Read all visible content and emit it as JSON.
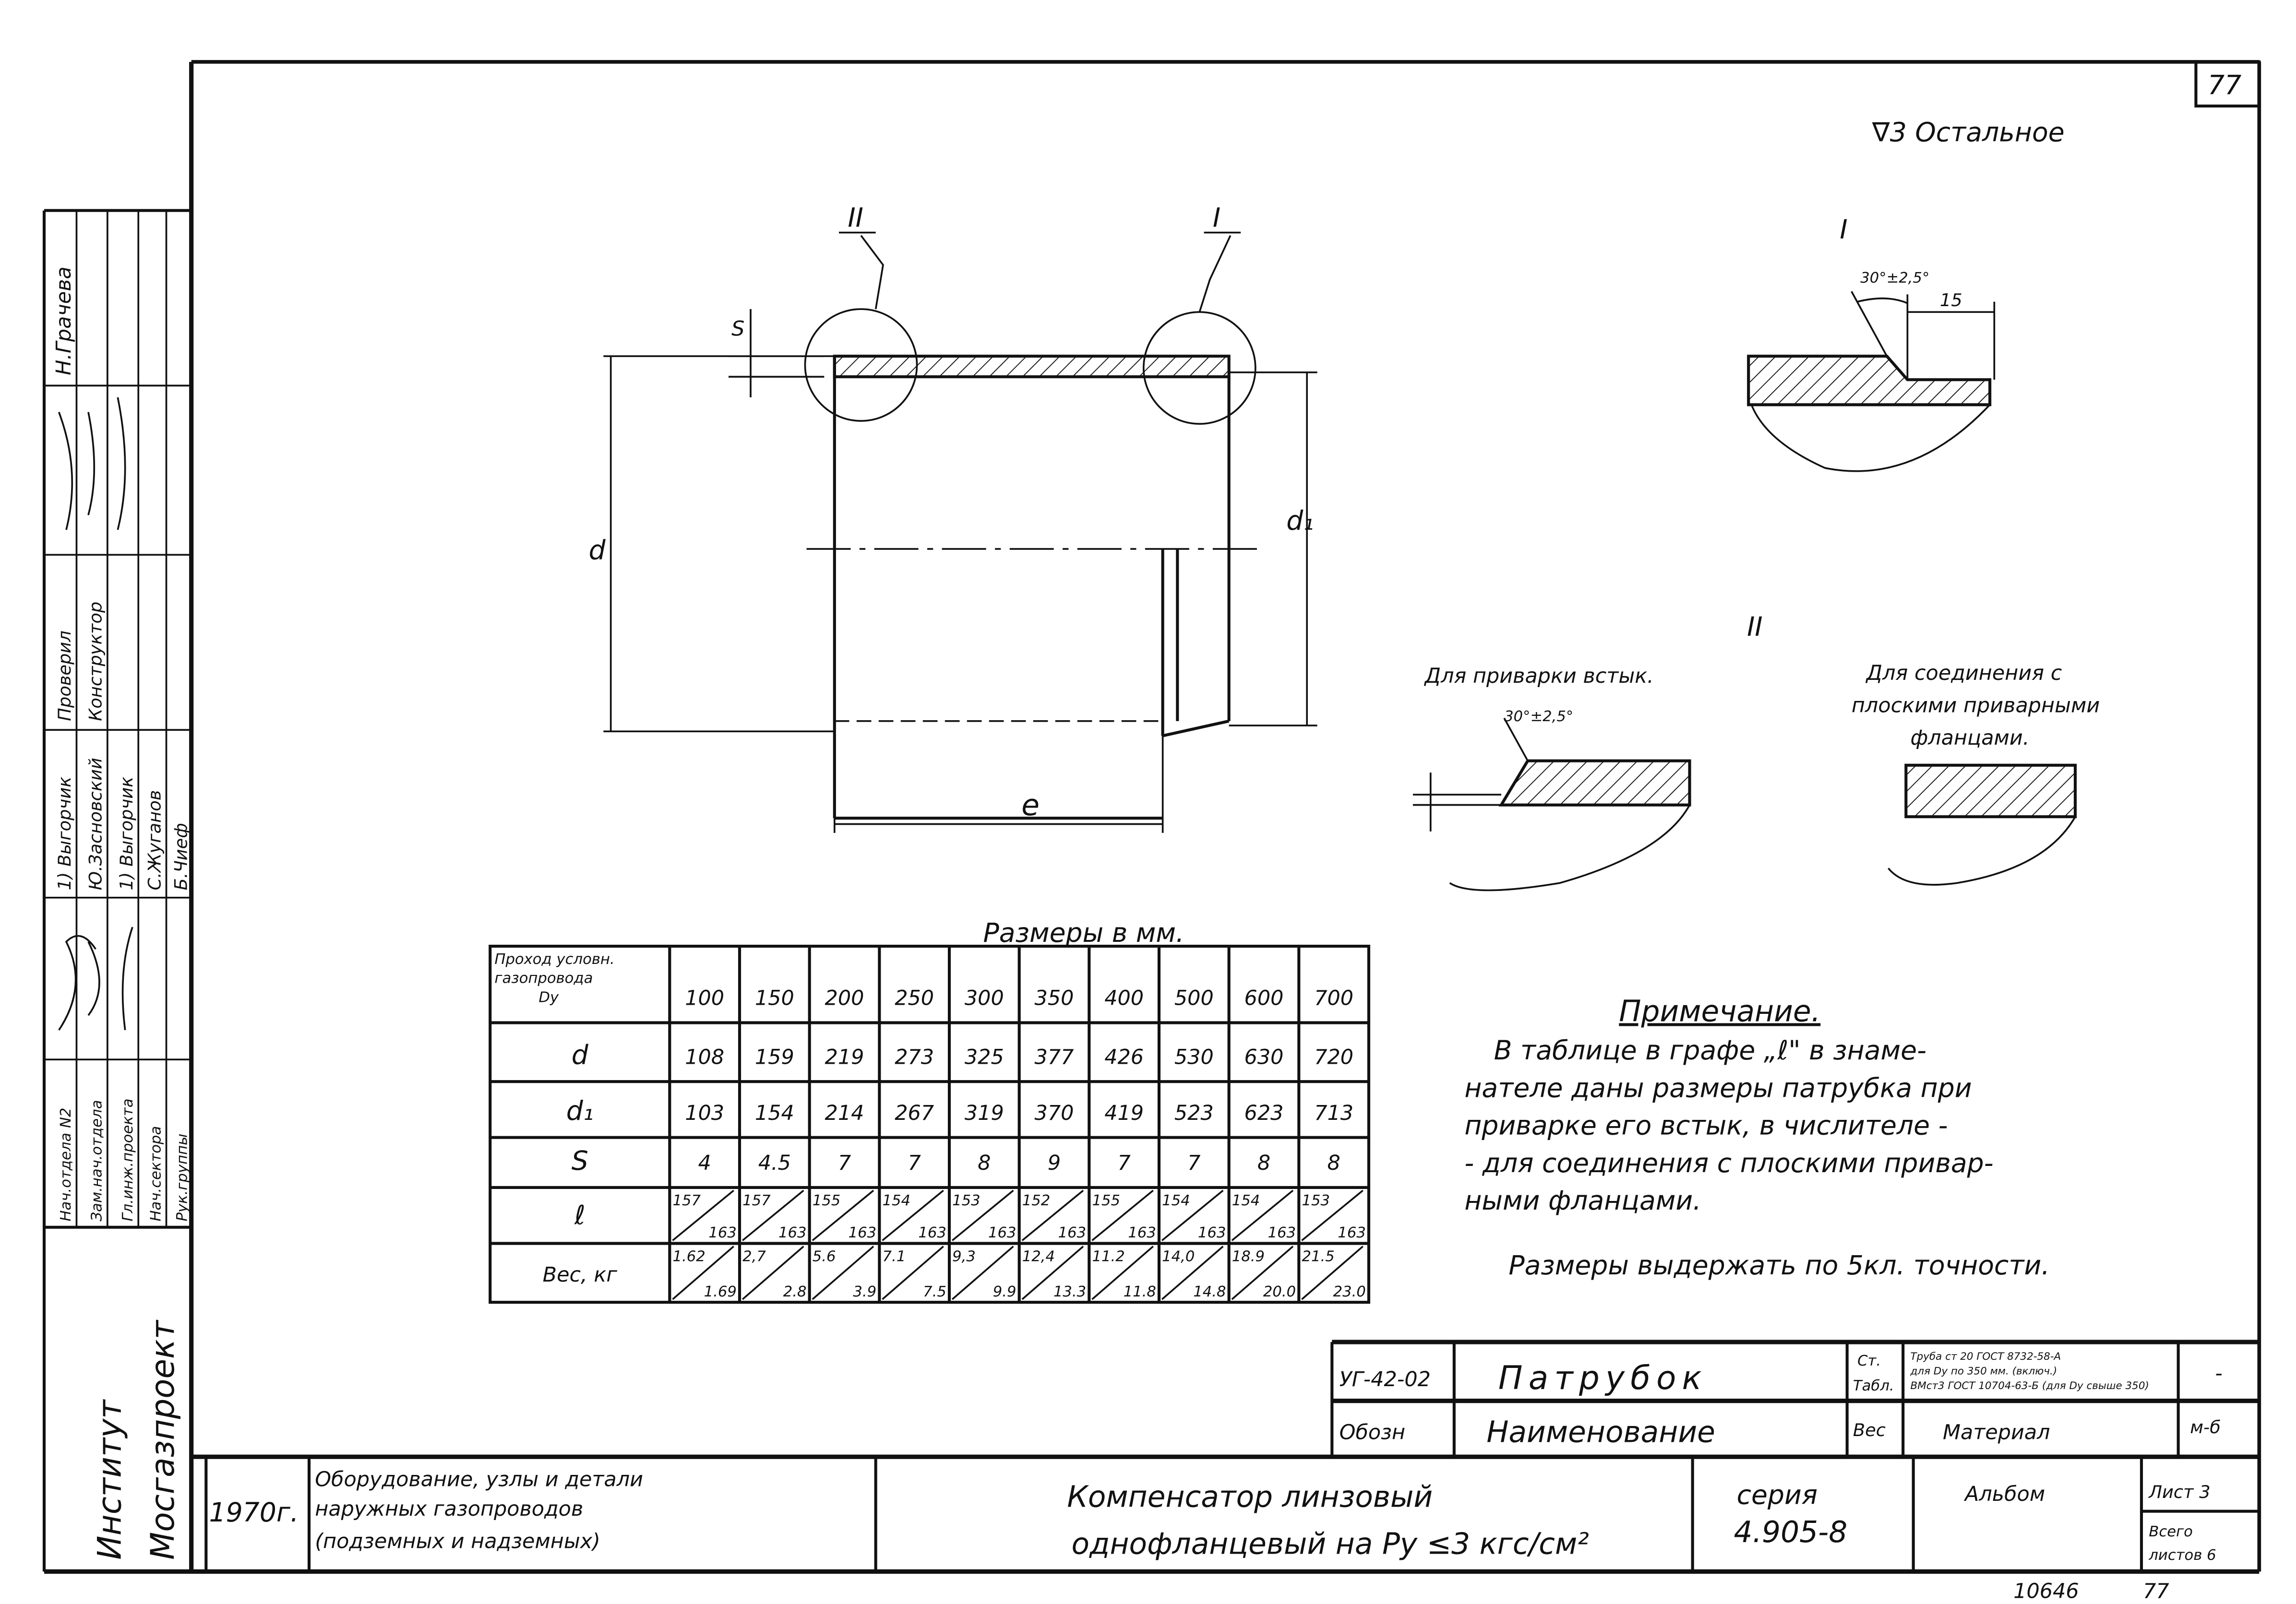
{
  "corner_sheet_number": "77",
  "surface_finish": "∇3 Остальное",
  "main_view": {
    "callout_ii": "II",
    "callout_i": "I",
    "dim_s": "S",
    "dim_d": "d",
    "dim_d1": "d₁",
    "dim_e": "e"
  },
  "detail_i": {
    "label": "I",
    "angle": "30°±2,5°",
    "length": "15"
  },
  "detail_ii": {
    "label": "II",
    "butt_weld_caption": "Для приварки встык.",
    "butt_angle": "30°±2,5°",
    "flange_caption_lines": [
      "Для соединения с",
      "плоскими приварными",
      "фланцами."
    ]
  },
  "table": {
    "caption": "Размеры в мм.",
    "header_label_lines": [
      "Проход условн.",
      "газопровода",
      "Dу"
    ],
    "dy": [
      "100",
      "150",
      "200",
      "250",
      "300",
      "350",
      "400",
      "500",
      "600",
      "700"
    ],
    "rows": [
      {
        "label": "d",
        "values": [
          "108",
          "159",
          "219",
          "273",
          "325",
          "377",
          "426",
          "530",
          "630",
          "720"
        ]
      },
      {
        "label": "d₁",
        "values": [
          "103",
          "154",
          "214",
          "267",
          "319",
          "370",
          "419",
          "523",
          "623",
          "713"
        ]
      },
      {
        "label": "S",
        "values": [
          "4",
          "4.5",
          "7",
          "7",
          "8",
          "9",
          "7",
          "7",
          "8",
          "8"
        ]
      }
    ],
    "fraction_rows": [
      {
        "label": "ℓ",
        "numerators": [
          "157",
          "157",
          "155",
          "154",
          "153",
          "152",
          "155",
          "154",
          "154",
          "153"
        ],
        "denominators": [
          "163",
          "163",
          "163",
          "163",
          "163",
          "163",
          "163",
          "163",
          "163",
          "163"
        ]
      },
      {
        "label": "Вес, кг",
        "numerators": [
          "1.62",
          "2,7",
          "5.6",
          "7.1",
          "9,3",
          "12,4",
          "11.2",
          "14,0",
          "18.9",
          "21.5"
        ],
        "denominators": [
          "1.69",
          "2.8",
          "3.9",
          "7.5",
          "9.9",
          "13.3",
          "11.8",
          "14.8",
          "20.0",
          "23.0"
        ]
      }
    ]
  },
  "note": {
    "title": "Примечание.",
    "lines": [
      "В таблице в графе „ℓ\" в знаме-",
      "нателе даны размеры патрубка при",
      "приварке его встык, в числителе -",
      "- для соединения с плоскими привар-",
      "ными фланцами."
    ],
    "tolerance": "Размеры выдержать по 5кл. точности."
  },
  "spec_block": {
    "code": "УГ-42-02",
    "name": "Патрубок",
    "steel_label_lines": [
      "Ст.",
      "Табл."
    ],
    "material_lines": [
      "Труба ст 20 ГОСТ 8732-58-А",
      "для Dу по 350 мм. (включ.)",
      "ВМст3 ГОСТ 10704-63-Б (для Dу свыше 350)"
    ],
    "count_col": "-",
    "header_code": "Обозн",
    "header_name": "Наименование",
    "header_weight": "Вес",
    "header_material": "Материал",
    "header_last": "м-б"
  },
  "title_block": {
    "year": "1970г.",
    "subject_lines": [
      "Оборудование, узлы и детали",
      "наружных газопроводов",
      "(подземных и надземных)"
    ],
    "title_lines": [
      "Компенсатор линзовый",
      "однофланцевый на Ру ≤3 кгс/см²"
    ],
    "series_lines": [
      "серия",
      "4.905-8"
    ],
    "album": "Альбом",
    "sheet": "Лист 3",
    "total_sheets_lines": [
      "Всего",
      "листов 6"
    ]
  },
  "institute": [
    "Институт",
    "Мосгазпроект"
  ],
  "approval_stamp": {
    "top_name": "Н.Грачева",
    "checked_lines": [
      "Проверил",
      "Конструктор"
    ],
    "names": [
      "1) Выгорчик",
      "Ю.Засновский",
      "1) Выгорчик",
      "С.Жуганов",
      "Б.Чиеф"
    ],
    "positions": [
      "Нач.отдела N2",
      "Зам.нач.отдела",
      "Гл.инж.проекта",
      "Нач.сектора",
      "Рук.группы"
    ]
  },
  "footer_numbers": [
    "10646",
    "77"
  ]
}
